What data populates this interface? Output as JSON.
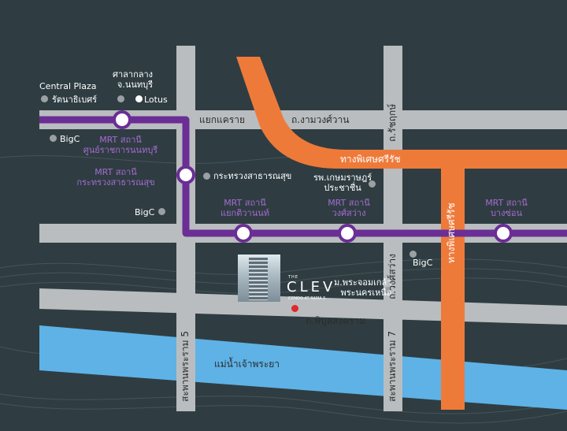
{
  "colors": {
    "background": "#2f3d42",
    "road": "#b9bdbf",
    "mrt_line": "#6b2e95",
    "expressway": "#ee7a3a",
    "river": "#5eb2e6",
    "mrt_label": "#a56bd1",
    "project_pin": "#e5262b"
  },
  "roads": {
    "jangwattana": "ถ.งามวงศ์วาน",
    "khae_rai_junction": "แยกแคราย",
    "ratchapruek": "ถ.รัชฤกษ์",
    "wongsawang": "ถ.วงศ์สว่าง",
    "pibulsongkram": "ถ.พิบูลสงคราม",
    "rama5_bridge": "สะพานพระราม 5",
    "rama7_bridge": "สะพานพระราม 7",
    "expressway_h": "ทางพิเศษศรีรัช",
    "expressway_v": "ทางพิเศษศรีรัช",
    "river": "แม่น้ำเจ้าพระยา"
  },
  "mrt_stations": [
    {
      "line1": "MRT สถานี",
      "line2": "ศูนย์ราชการนนทบุรี"
    },
    {
      "line1": "MRT สถานี",
      "line2": "กระทรวงสาธารณสุข"
    },
    {
      "line1": "MRT สถานี",
      "line2": "แยกติวานนท์"
    },
    {
      "line1": "MRT สถานี",
      "line2": "วงศ์สว่าง"
    },
    {
      "line1": "MRT สถานี",
      "line2": "บางซ่อน"
    }
  ],
  "places": {
    "court_line1": "ศาลากลาง",
    "court_line2": "จ.นนทบุรี",
    "central_plaza_line1": "Central Plaza",
    "central_plaza_line2": "รัตนาธิเบศร์",
    "lotus": "Lotus",
    "bigc_1": "BigC",
    "bigc_2": "BigC",
    "bigc_3": "BigC",
    "ministry": "กระทรวงสาธารณสุข",
    "hospital_line1": "รพ.เกษมราษฎร์",
    "hospital_line2": "ประชาชื่น",
    "university_line1": "ม.พระจอมเกล้า",
    "university_line2": "พระนครเหนือ"
  },
  "project": {
    "logo_top": "THE",
    "logo_name": "CLEV",
    "logo_bottom": "CONDO AT RAMA 5"
  }
}
